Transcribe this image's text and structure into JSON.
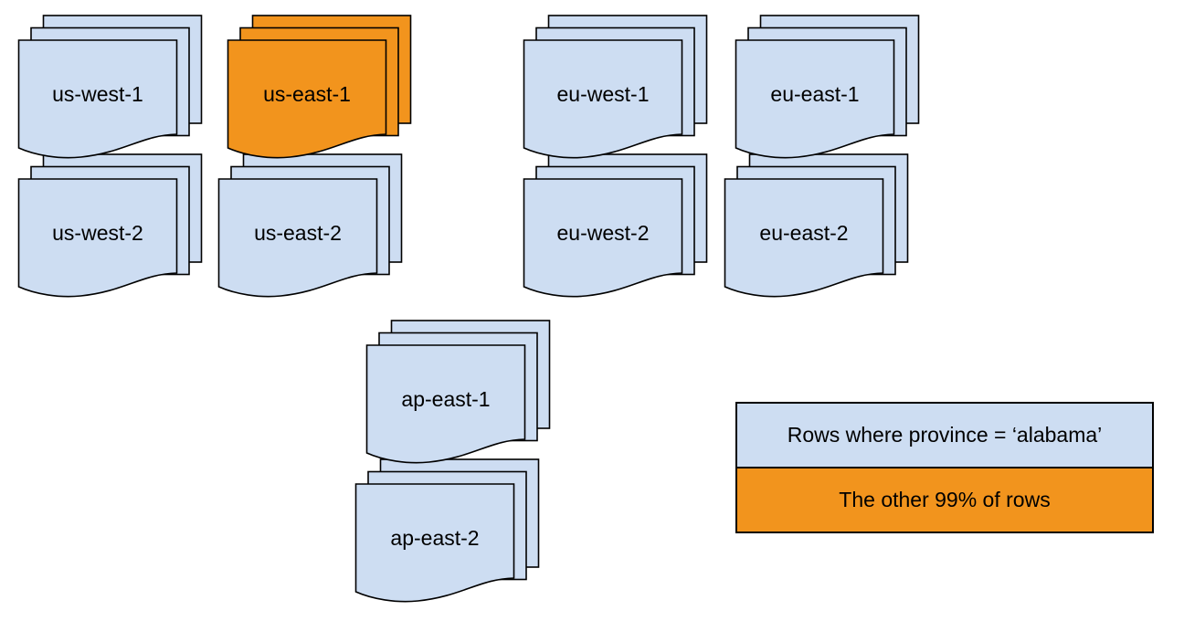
{
  "diagram": {
    "description_colors": {
      "region_sheet_fill": "#cdddf2",
      "highlight_sheet_fill": "#f2941d",
      "outline": "#000000",
      "background": "#ffffff"
    },
    "stacks": [
      {
        "label": "us-west-1",
        "variant": "default"
      },
      {
        "label": "us-east-1",
        "variant": "highlight"
      },
      {
        "label": "eu-west-1",
        "variant": "default"
      },
      {
        "label": "eu-east-1",
        "variant": "default"
      },
      {
        "label": "us-west-2",
        "variant": "default"
      },
      {
        "label": "us-east-2",
        "variant": "default"
      },
      {
        "label": "eu-west-2",
        "variant": "default"
      },
      {
        "label": "eu-east-2",
        "variant": "default"
      },
      {
        "label": "ap-east-1",
        "variant": "default"
      },
      {
        "label": "ap-east-2",
        "variant": "default"
      }
    ],
    "legend": {
      "items": [
        {
          "label": "Rows where province = ‘alabama’",
          "variant": "default",
          "fill": "#cdddf2"
        },
        {
          "label": "The other 99% of rows",
          "variant": "highlight",
          "fill": "#f2941d"
        }
      ]
    }
  }
}
